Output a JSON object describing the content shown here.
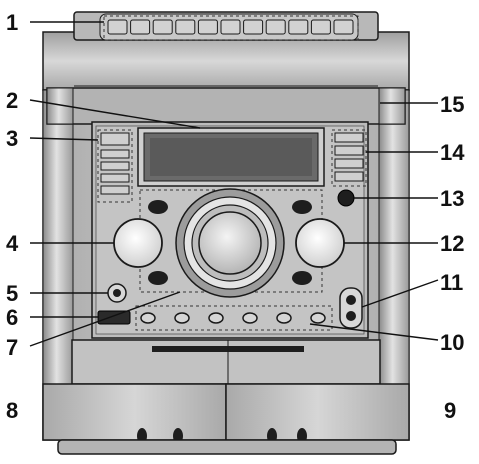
{
  "figure": {
    "colors": {
      "body": "#c9c9c9",
      "body_dark": "#8e8e8e",
      "panel": "#bdbdbd",
      "display": "#6a6a6a",
      "outline": "#1a1a1a",
      "knob": "#ffffff",
      "button_dark": "#1e1e1e",
      "background": "#ffffff"
    },
    "callouts": [
      {
        "id": "c1",
        "label": "1"
      },
      {
        "id": "c2",
        "label": "2"
      },
      {
        "id": "c3",
        "label": "3"
      },
      {
        "id": "c4",
        "label": "4"
      },
      {
        "id": "c5",
        "label": "5"
      },
      {
        "id": "c6",
        "label": "6"
      },
      {
        "id": "c7",
        "label": "7"
      },
      {
        "id": "c8",
        "label": "8"
      },
      {
        "id": "c9",
        "label": "9"
      },
      {
        "id": "c10",
        "label": "10"
      },
      {
        "id": "c11",
        "label": "11"
      },
      {
        "id": "c12",
        "label": "12"
      },
      {
        "id": "c13",
        "label": "13"
      },
      {
        "id": "c14",
        "label": "14"
      },
      {
        "id": "c15",
        "label": "15"
      }
    ]
  }
}
